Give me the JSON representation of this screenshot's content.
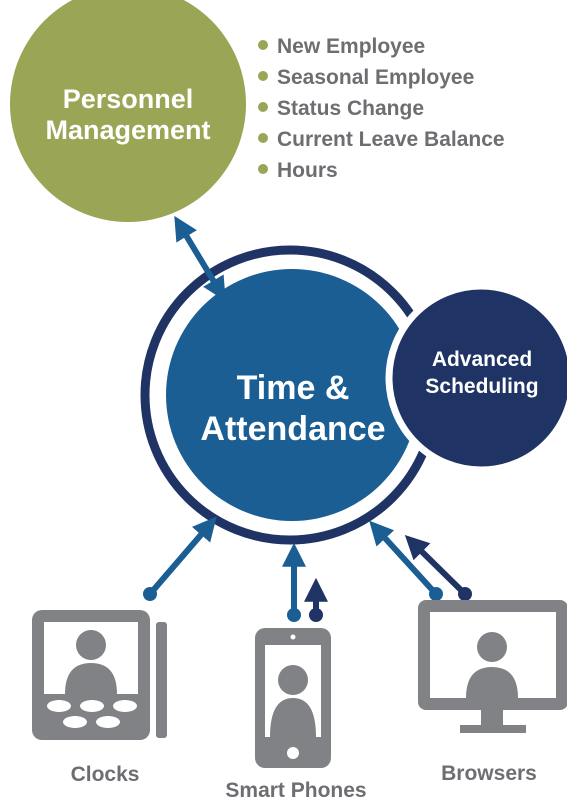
{
  "colors": {
    "personnel": "#9aa555",
    "time_attendance": "#1b5e93",
    "scheduling": "#1f3464",
    "ring": "#1f3464",
    "arrow": "#1b5e93",
    "device_gray": "#808285",
    "text_gray": "#6d6e71"
  },
  "personnel_management": {
    "line1": "Personnel",
    "line2": "Management",
    "items": [
      "New Employee",
      "Seasonal Employee",
      "Status Change",
      "Current Leave Balance",
      "Hours"
    ]
  },
  "time_attendance": {
    "line1": "Time &",
    "line2": "Attendance"
  },
  "advanced_scheduling": {
    "line1": "Advanced",
    "line2": "Scheduling"
  },
  "devices": {
    "clocks": {
      "label": "Clocks",
      "icon": "time-clock-icon"
    },
    "phones": {
      "label": "Smart Phones",
      "icon": "smart-phone-icon"
    },
    "browsers": {
      "label": "Browsers",
      "icon": "monitor-icon"
    }
  }
}
